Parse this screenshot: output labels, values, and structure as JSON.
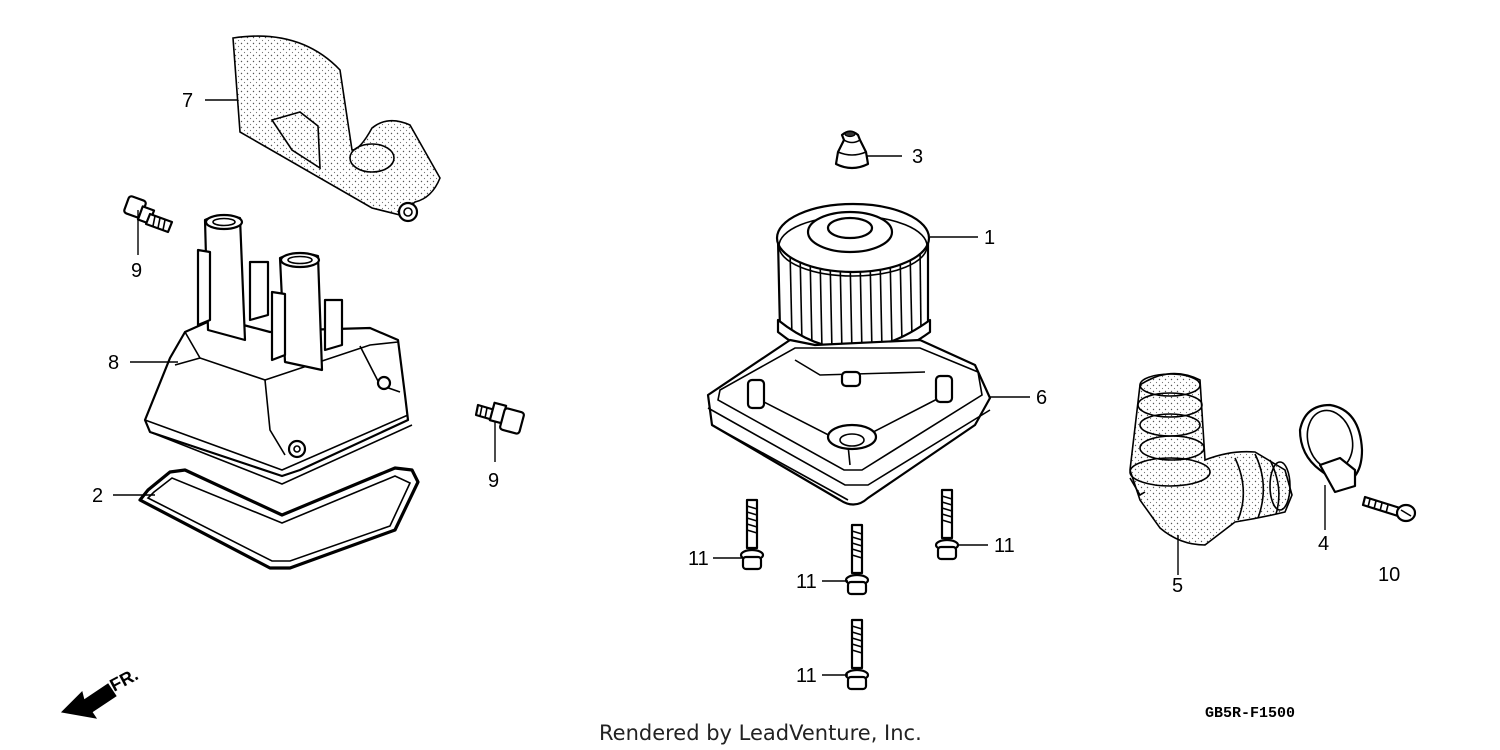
{
  "callouts": [
    "1",
    "2",
    "3",
    "4",
    "5",
    "6",
    "7",
    "8",
    "9",
    "9",
    "10",
    "11",
    "11",
    "11",
    "11"
  ],
  "front_label": "FR.",
  "diagram_code": "GB5R-F1500",
  "credit": "Rendered by LeadVenture, Inc."
}
